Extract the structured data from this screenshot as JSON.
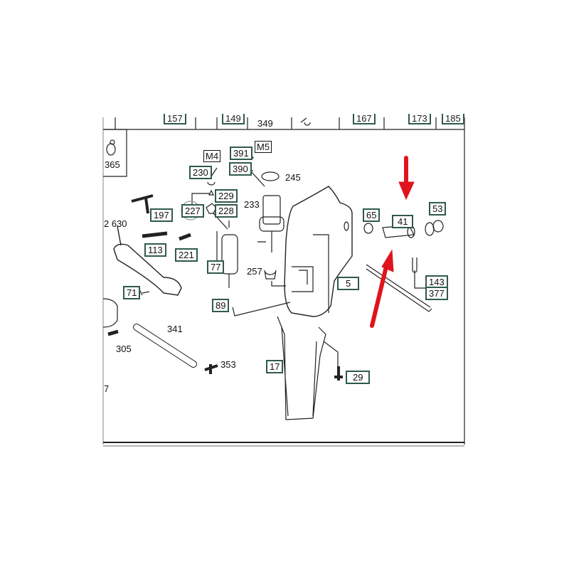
{
  "diagram": {
    "top_strip_labels": [
      "157",
      "149",
      "349",
      "167",
      "173",
      "185"
    ],
    "part_labels": {
      "p365": "365",
      "m4": "M4",
      "m5": "M5",
      "p391": "391",
      "p390": "390",
      "p230": "230",
      "p245": "245",
      "p229": "229",
      "p227": "227",
      "p228": "228",
      "p233": "233",
      "p197": "197",
      "p2630": "2 630",
      "p113": "113",
      "p221": "221",
      "p77": "77",
      "p257": "257",
      "p5": "5",
      "p71": "71",
      "p89": "89",
      "p341": "341",
      "p305": "305",
      "p353": "353",
      "p17": "17",
      "p29": "29",
      "p65": "65",
      "p41": "41",
      "p53": "53",
      "p143": "143",
      "p377": "377",
      "p7": "7"
    },
    "colors": {
      "label_box": "#2f5a48",
      "arrow": "#e0141c",
      "line": "#222222"
    }
  }
}
